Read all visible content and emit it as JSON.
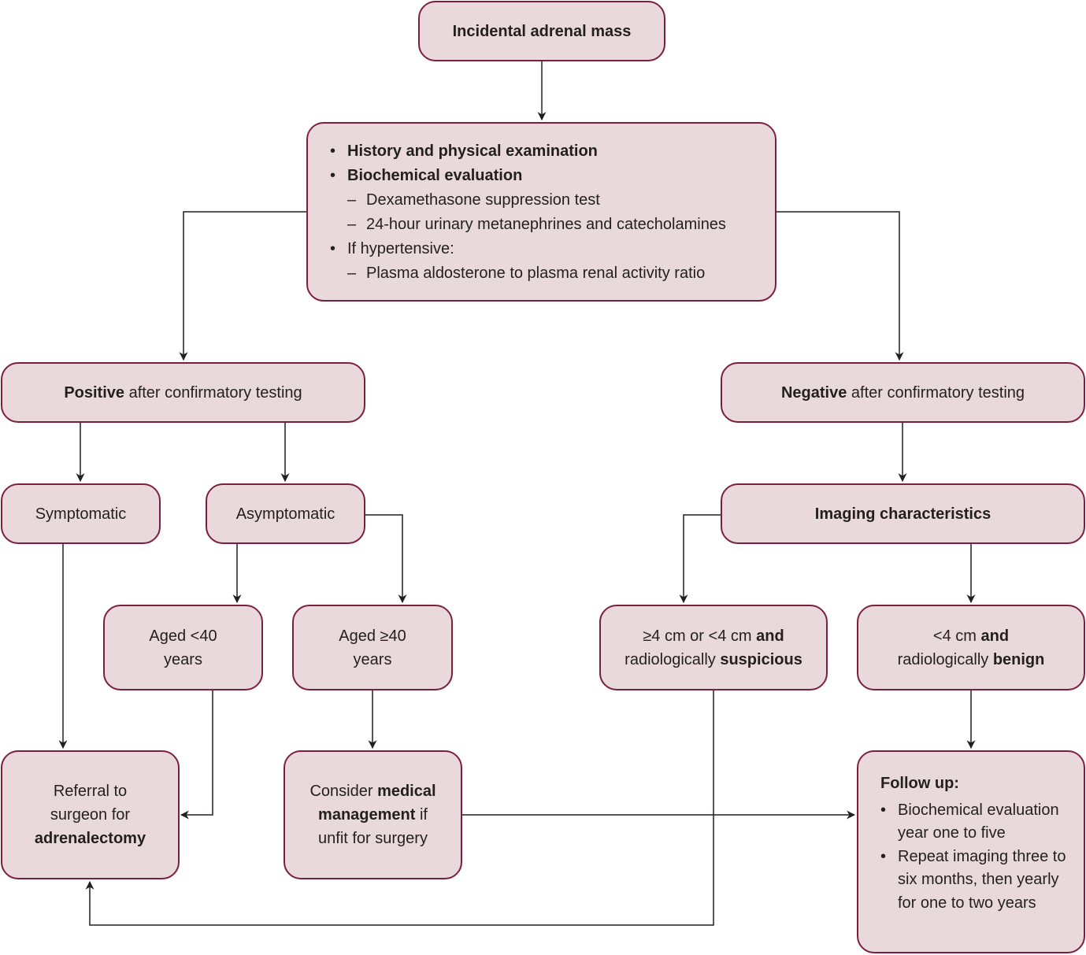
{
  "start": {
    "title": "Incidental adrenal mass"
  },
  "evaluation": {
    "item1": "History and physical examination",
    "item2": "Biochemical evaluation",
    "sub1": "Dexamethasone suppression test",
    "sub2": "24-hour urinary metanephrines and catecholamines",
    "item3": "If hypertensive:",
    "sub3": "Plasma aldosterone to plasma renal activity ratio"
  },
  "positive": {
    "bold": "Positive",
    "rest": " after confirmatory testing"
  },
  "negative": {
    "bold": "Negative",
    "rest": " after confirmatory testing"
  },
  "symptomatic": "Symptomatic",
  "asymptomatic": "Asymptomatic",
  "imaging": "Imaging characteristics",
  "aged_under": {
    "line1": "Aged <40",
    "line2": "years"
  },
  "aged_over": {
    "line1": "Aged ≥40",
    "line2": "years"
  },
  "suspicious": {
    "pre": "≥4 cm or <4 cm ",
    "and": "and",
    "mid": "radiologically ",
    "bold": "suspicious"
  },
  "benign": {
    "pre": "<4 cm ",
    "and": "and",
    "mid": "radiologically ",
    "bold": "benign"
  },
  "referral": {
    "line1": "Referral to",
    "line2": "surgeon for",
    "bold": "adrenalectomy"
  },
  "medical": {
    "pre": "Consider ",
    "bold1": "medical",
    "bold2": "management",
    "post": " if",
    "line3": "unfit for surgery"
  },
  "followup": {
    "title": "Follow up:",
    "bullet1": "Biochemical evaluation year one to five",
    "bullet2": "Repeat imaging three to six months, then yearly for one to two years"
  },
  "colors": {
    "box_fill": "#ead9dc",
    "box_border": "#7c1f3e",
    "line": "#231f20"
  }
}
